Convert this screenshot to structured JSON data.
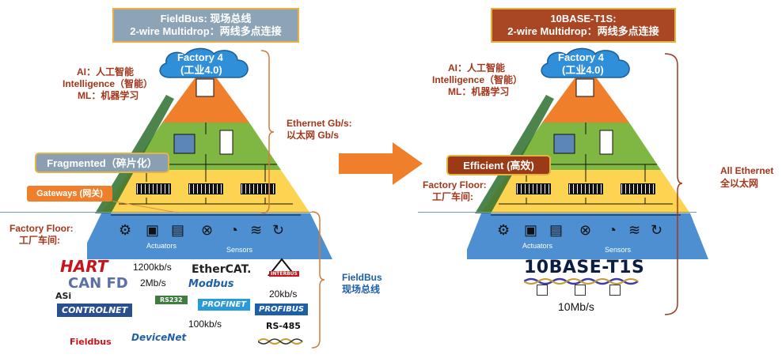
{
  "left": {
    "header_line1": "FieldBus: 现场总线",
    "header_line2": "2-wire Multidrop：两线多点连接",
    "cloud_line1": "Factory 4",
    "cloud_line2": "(工业4.0)",
    "ai_lines": [
      "AI：人工智能",
      "Intelligence（智能）",
      "ML：机器学习"
    ],
    "ethernet_label": [
      "Ethernet Gb/s:",
      "以太网 Gb/s"
    ],
    "fragmented_tag": "Fragmented（碎片化）",
    "gateways_tag": "Gateways (网关)",
    "factory_floor": [
      "Factory  Floor:",
      "工厂车间:"
    ],
    "actuators": "Actuators",
    "sensors": "Sensors",
    "fieldbus_label": [
      "FieldBus",
      "现场总线"
    ],
    "speeds": [
      "1200kb/s",
      "2Mb/s",
      "20kb/s",
      "100kb/s"
    ],
    "protocol_logos": [
      "HART",
      "CAN FD",
      "EtherCAT.",
      "Modbus",
      "INTERBUS",
      "ASi",
      "CONTROLNET",
      "RS232",
      "PROFINET",
      "PROFIBUS",
      "RS-485",
      "Fieldbus",
      "DeviceNet"
    ]
  },
  "right": {
    "header_line1": "10BASE-T1S:",
    "header_line2": "2-wire Multidrop：两线多点连接",
    "cloud_line1": "Factory 4",
    "cloud_line2": "(工业4.0)",
    "ai_lines": [
      "AI：人工智能",
      "Intelligence（智能）",
      "ML：机器学习"
    ],
    "efficient_tag": "Efficient (高效)",
    "factory_floor": [
      "Factory  Floor:",
      "工厂车间:"
    ],
    "actuators": "Actuators",
    "sensors": "Sensors",
    "all_ethernet": [
      "All Ethernet",
      "全以太网"
    ],
    "tenbase_logo": "10BASE-T1S",
    "speed": "10Mb/s"
  },
  "colors": {
    "orange": "#f07f2b",
    "green": "#7fb742",
    "yellow": "#fcd451",
    "blue_tier": "#4d8fd0",
    "header_left_bg": "#8da3b6",
    "header_right_bg": "#a94624",
    "tag_grey": "#8a9fb2",
    "tag_brown": "#9b3a16",
    "cloud": "#2f8fd9"
  }
}
